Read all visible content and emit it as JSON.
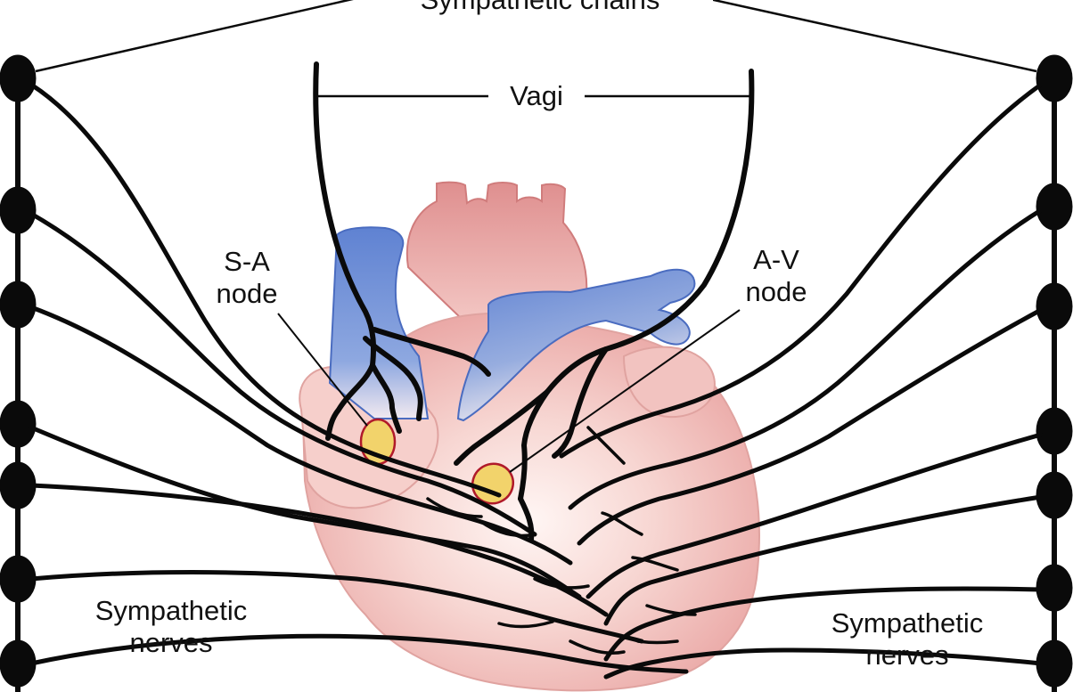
{
  "labels": {
    "sympathetic_chains": "Sympathetic chains",
    "vagi": "Vagi",
    "sa_node_line1": "S-A",
    "sa_node_line2": "node",
    "av_node_line1": "A-V",
    "av_node_line2": "node",
    "sym_nerves_left_line1": "Sympathetic",
    "sym_nerves_left_line2": "nerves",
    "sym_nerves_right_line1": "Sympathetic",
    "sym_nerves_right_line2": "nerves"
  },
  "colors": {
    "nerve": "#0a0a0a",
    "heart_red": "#e79a9a",
    "heart_light": "#fbe6e3",
    "vessel_blue": "#6f8fd6",
    "node_fill": "#f2d36b",
    "node_stroke": "#b01a2a"
  }
}
